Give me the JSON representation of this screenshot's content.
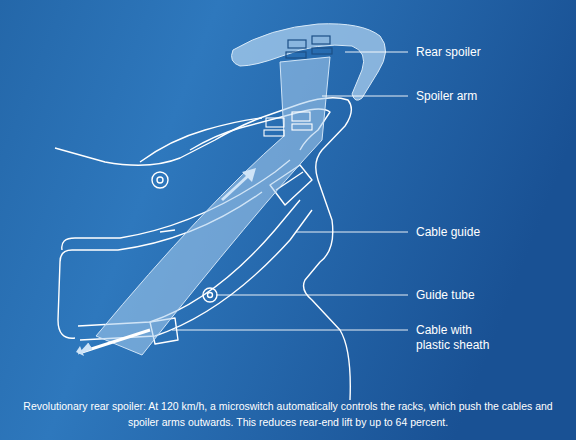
{
  "diagram": {
    "caption": "Revolutionary rear spoiler: At 120 km/h, a microswitch automatically controls the racks, which push the cables and spoiler arms outwards. This reduces rear-end lift by up to 64 percent.",
    "labels": [
      "Rear spoiler",
      "Spoiler arm",
      "Cable guide",
      "Guide tube",
      "Cable with plastic sheath"
    ]
  }
}
